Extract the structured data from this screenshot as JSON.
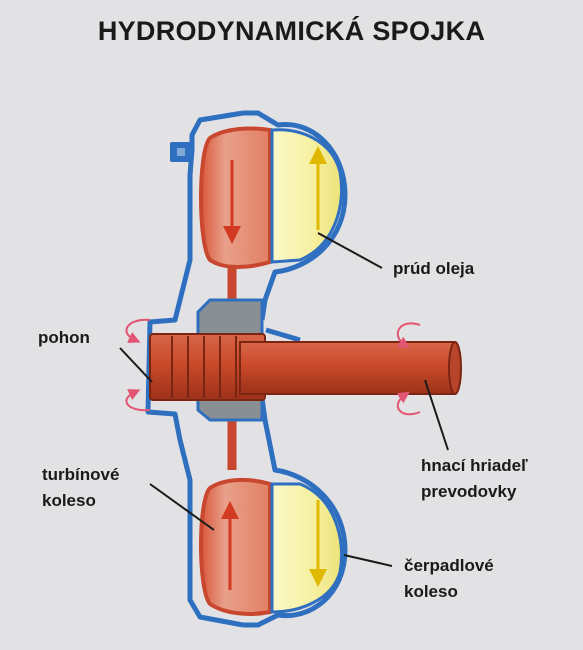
{
  "title": "HYDRODYNAMICKÁ SPOJKA",
  "labels": {
    "oil_flow": "prúd oleja",
    "drive": "pohon",
    "output_shaft": "hnací hriadeľ\nprevodovky",
    "turbine_wheel": "turbínové\nkoleso",
    "pump_wheel": "čerpadlové\nkoleso"
  },
  "colors": {
    "background": "#e2e2e4",
    "housing": "#2f6fc0",
    "turbine": "#e07a5f",
    "turbine_dark": "#c9472e",
    "pump": "#f7f3a6",
    "pump_arrow": "#e0b800",
    "shaft": "#c94a2a",
    "hub": "#8a8f96",
    "rotation_arrow": "#e25573"
  }
}
